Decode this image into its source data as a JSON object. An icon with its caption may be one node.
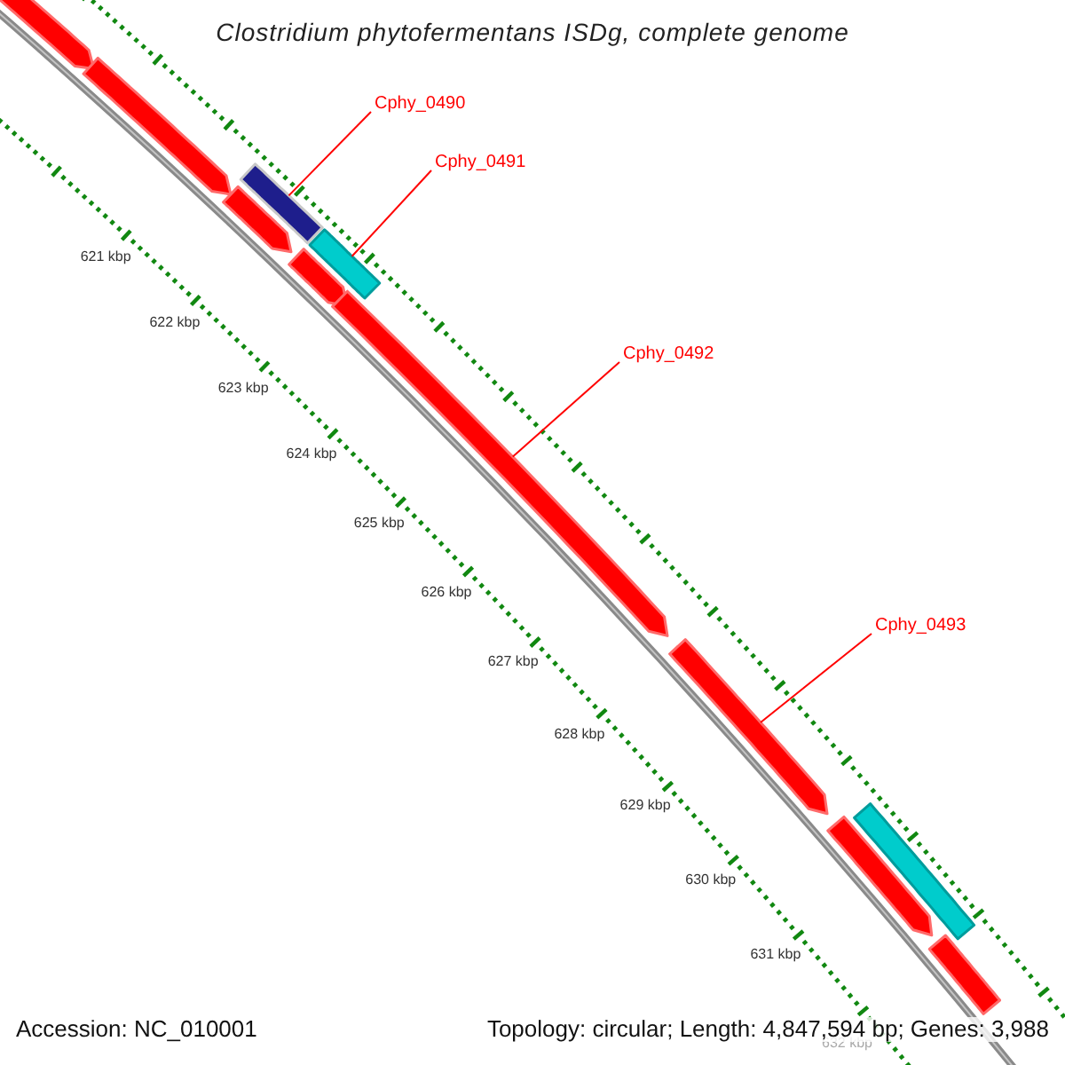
{
  "diagram": {
    "title": "Clostridium phytofermentans ISDg, complete genome",
    "nodes": [
      {
        "text": [
          "Cphy_0490"
        ]
      },
      {
        "text": [
          "Cphy_0491"
        ]
      },
      {
        "text": [
          "Cphy_0492"
        ]
      },
      {
        "text": [
          "Cphy_0493"
        ]
      },
      {
        "text": [],
        "shape": "arrow"
      },
      {
        "text": [],
        "shape": "arrow"
      },
      {
        "text": [],
        "shape": "bar"
      },
      {
        "text": [],
        "shape": "arrow"
      },
      {
        "text": [],
        "shape": "arrow"
      },
      {
        "text": [],
        "shape": "bar"
      },
      {
        "text": [],
        "shape": "arrow"
      },
      {
        "text": [],
        "shape": "arrow"
      },
      {
        "text": [],
        "shape": "arrow"
      },
      {
        "text": [],
        "shape": "bar"
      },
      {
        "text": [],
        "shape": "arrow"
      }
    ],
    "edges": [
      {
        "from": 0,
        "to": 6,
        "arrow": "none"
      },
      {
        "from": 1,
        "to": 9,
        "arrow": "none"
      },
      {
        "from": 2,
        "to": 10,
        "arrow": "none"
      },
      {
        "from": 3,
        "to": 11,
        "arrow": "none"
      }
    ],
    "labels": [
      "621 kbp",
      "622 kbp",
      "623 kbp",
      "624 kbp",
      "625 kbp",
      "626 kbp",
      "627 kbp",
      "628 kbp",
      "629 kbp",
      "630 kbp",
      "631 kbp",
      "632 kbp",
      "Accession: NC_010001",
      "Topology: circular; Length: 4,847,594 bp; Genes: 3,988"
    ]
  }
}
